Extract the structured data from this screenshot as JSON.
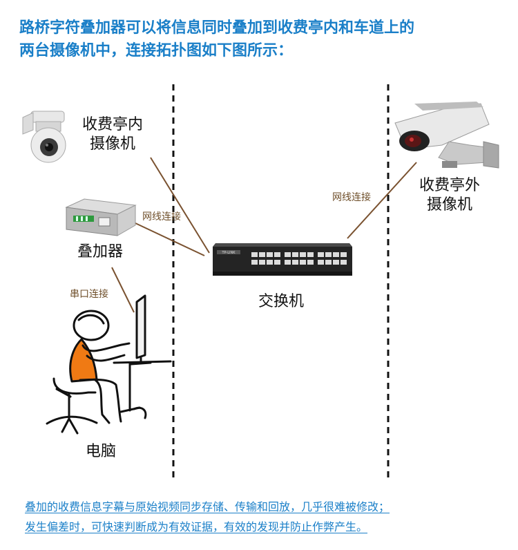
{
  "header": {
    "line1": "路桥字符叠加器可以将信息同时叠加到收费亭内和车道上的",
    "line2": "两台摄像机中，连接拓扑图如下图所示："
  },
  "nodes": {
    "inside_camera": {
      "line1": "收费亭内",
      "line2": "摄像机"
    },
    "outside_camera": {
      "line1": "收费亭外",
      "line2": "摄像机"
    },
    "overlay_device": "叠加器",
    "switch": "交换机",
    "computer": "电脑",
    "switch_brand": "TP-LINK"
  },
  "connections": {
    "network_left": "网线连接",
    "network_right": "网线连接",
    "serial": "串口连接"
  },
  "footer": {
    "line1": "叠加的收费信息字幕与原始视频同步存储、传输和回放，几乎很难被修改；",
    "line2": "发生偏差时，可快速判断成为有效证据，有效的发现并防止作弊产生。"
  },
  "colors": {
    "header_text": "#1a7fc8",
    "connector_line": "#7a5230",
    "connector_label": "#6e4e29",
    "person_shirt": "#f07a14",
    "footer_text": "#1a7fc8"
  }
}
